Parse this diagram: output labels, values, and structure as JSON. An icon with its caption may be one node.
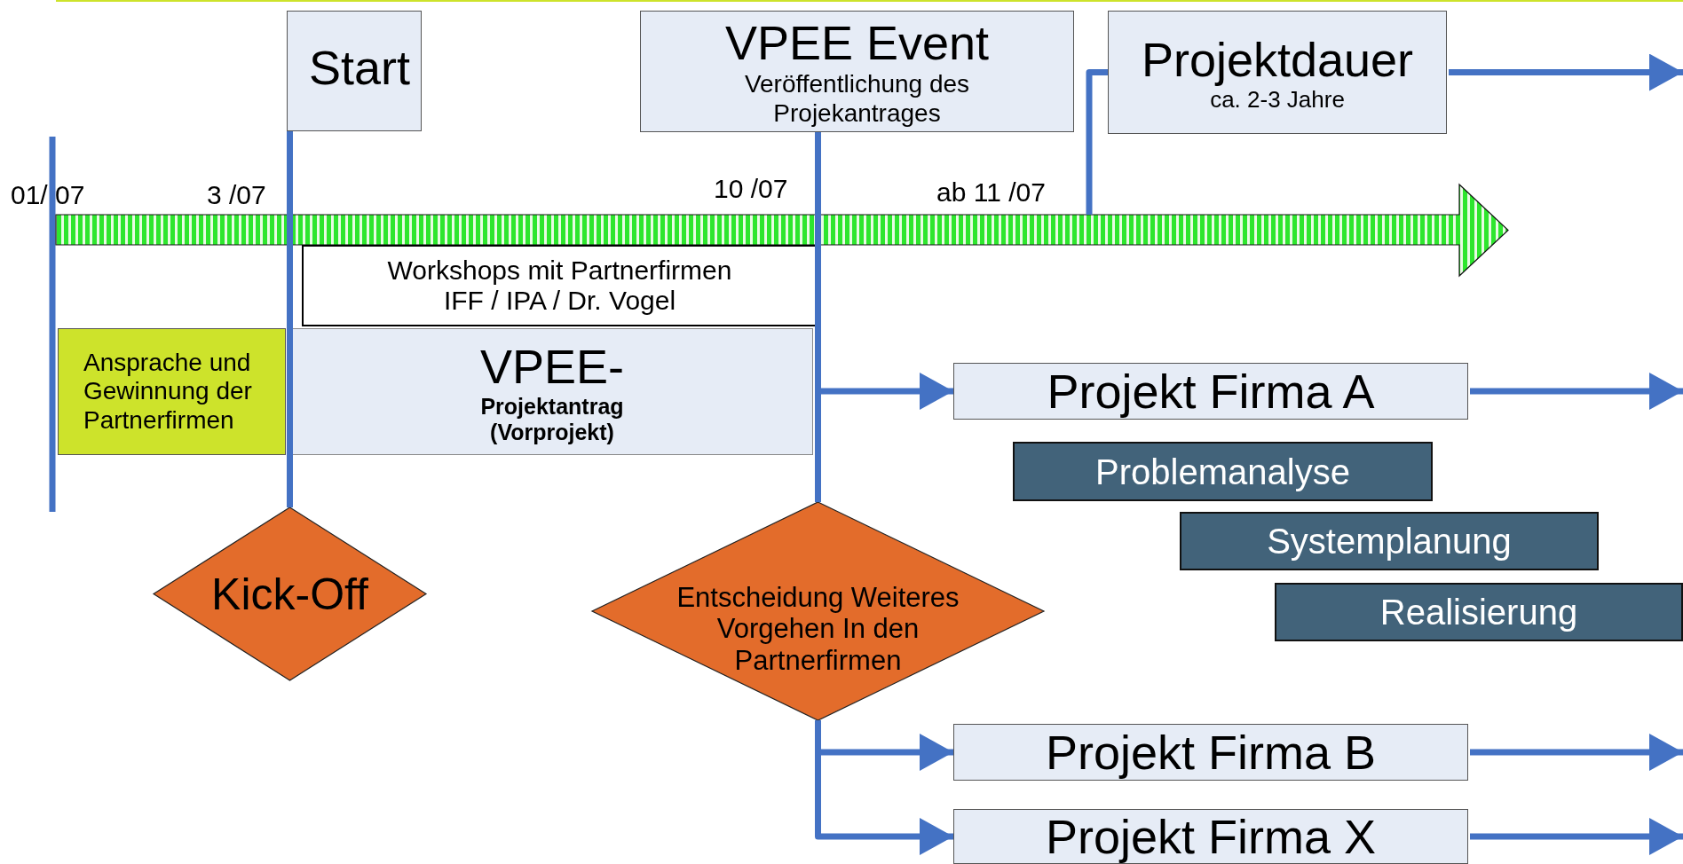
{
  "diagram": {
    "nodes": [
      {
        "text": [
          "Start"
        ]
      },
      {
        "text": [
          "VPEE Event",
          "Veröffentlichung des Projekantrages"
        ]
      },
      {
        "text": [
          "Projektdauer",
          "ca. 2-3 Jahre"
        ]
      },
      {
        "text": [
          "Workshops mit Partnerfirmen IFF / IPA / Dr. Vogel"
        ]
      },
      {
        "text": [
          "Ansprache und Gewinnung der Partnerfirmen"
        ]
      },
      {
        "text": [
          "VPEE-",
          "Projektantrag (Vorprojekt)"
        ]
      },
      {
        "text": [
          "Projekt Firma A"
        ]
      },
      {
        "text": [
          "Problemanalyse"
        ]
      },
      {
        "text": [
          "Systemplanung"
        ]
      },
      {
        "text": [
          "Realisierung"
        ]
      },
      {
        "text": [
          "Kick-Off"
        ]
      },
      {
        "text": [
          "Entscheidung Weiteres Vorgehen In den Partnerfirmen"
        ]
      },
      {
        "text": [
          "Projekt Firma B"
        ]
      },
      {
        "text": [
          "Projekt Firma X"
        ]
      }
    ],
    "edges": [
      {
        "from": 0,
        "to": 10,
        "arrow": "none"
      },
      {
        "from": 1,
        "to": 11,
        "arrow": "none"
      },
      {
        "from": null,
        "to": 2,
        "arrow": "none"
      },
      {
        "from": 2,
        "to": null,
        "arrow": "to"
      },
      {
        "from": 5,
        "to": 6,
        "arrow": "to"
      },
      {
        "from": 11,
        "to": 12,
        "arrow": "to"
      },
      {
        "from": 11,
        "to": 13,
        "arrow": "to"
      },
      {
        "from": 6,
        "to": null,
        "arrow": "to"
      },
      {
        "from": 12,
        "to": null,
        "arrow": "to"
      },
      {
        "from": 13,
        "to": null,
        "arrow": "to"
      }
    ],
    "labels": [
      "01/ 07",
      "3 /07",
      "10 /07",
      "ab 11 /07"
    ]
  }
}
